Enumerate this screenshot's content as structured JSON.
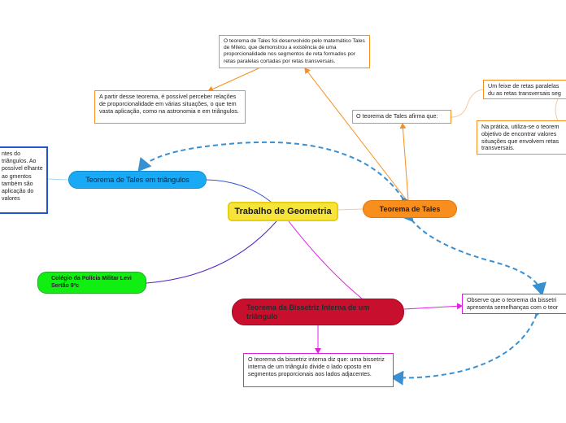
{
  "central": {
    "label": "Trabalho de Geometria"
  },
  "tales": {
    "label": "Teorema de Tales",
    "afirma": "O teorema de Tales afirma que:",
    "feixe": "Um feixe de retas paralelas du as retas transversais seg",
    "pratica": "Na prática, utiliza-se o teorem objetivo de encontrar valores situações que envolvem retas transversais.",
    "historia": "O teorema de Tales foi desenvolvido pelo matemático Tales de Mileto, que demonstrou a existência de uma proporcionalidade nos segmentos de reta formados por retas paralelas cortadas por retas transversais.",
    "aplicacao": "A partir desse teorema, é possível perceber relações de proporcionalidade em várias situações, o que tem vasta aplicação, como na astronomia e em triângulos."
  },
  "triangulos": {
    "label": "Teorema de Tales em triângulos",
    "texto": "ntes do triângulos. Ao possível elhante ao gmentos também são aplicação do valores"
  },
  "colegio": {
    "label": "Colégio da Polícia Militar Levi Sertão 9ºc"
  },
  "bissetriz": {
    "label": "Teorema da Bissetriz Interna de um triângulo",
    "definicao": "O teorema da bissetriz interna diz que: uma bissetriz interna de um triângulo divide o lado oposto em segmentos proporcionais aos lados adjacentes.",
    "observe": "Observe que o teorema da bissetri apresenta semelhanças com o teor"
  },
  "colors": {
    "orange": "#f78e1e",
    "blue": "#1aa9f4",
    "green": "#11ee11",
    "crimson": "#c8102e",
    "yellow": "#f7e43a",
    "magenta": "#e020e0",
    "dashed_link": "#3a8fd0"
  }
}
